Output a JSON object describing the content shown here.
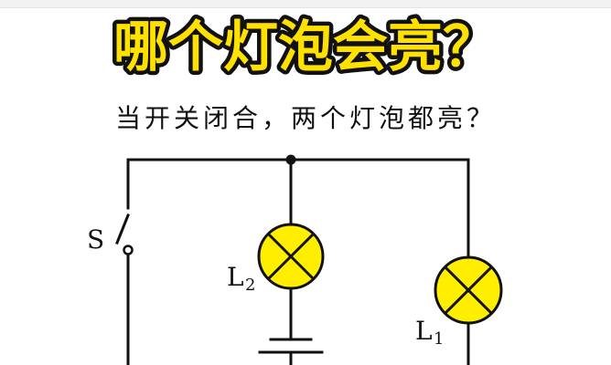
{
  "title": "哪个灯泡会亮？",
  "question": "当开关闭合，两个灯泡都亮？",
  "labels": {
    "switch": "S",
    "bulb2_main": "L",
    "bulb2_sub": "2",
    "bulb1_main": "L",
    "bulb1_sub": "1"
  },
  "colors": {
    "title_fill": "#ffe100",
    "bulb_fill": "#ffee00",
    "line": "#111111"
  }
}
